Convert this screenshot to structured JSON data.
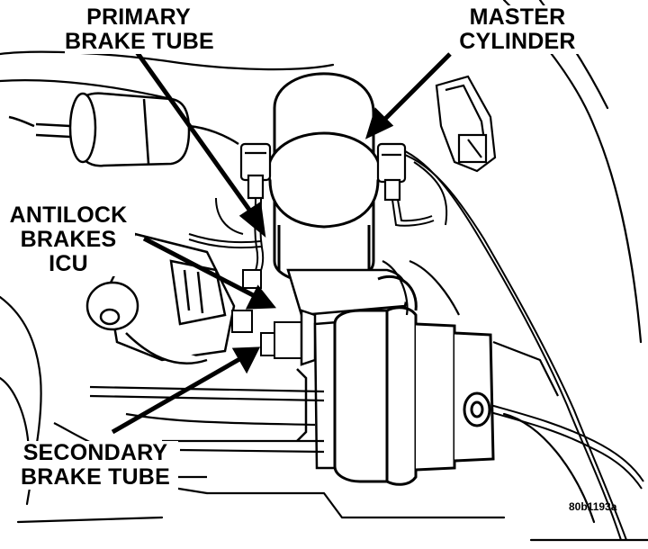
{
  "diagram": {
    "labels": {
      "primary_brake_tube": [
        "PRIMARY",
        "BRAKE TUBE"
      ],
      "master_cylinder": [
        "MASTER",
        "CYLINDER"
      ],
      "antilock_icu": [
        "ANTILOCK",
        "BRAKES",
        "ICU"
      ],
      "secondary_brake_tube": [
        "SECONDARY",
        "BRAKE TUBE"
      ]
    },
    "figure_code": "80b1193a",
    "colors": {
      "ink": "#000000",
      "paper": "#ffffff"
    }
  }
}
